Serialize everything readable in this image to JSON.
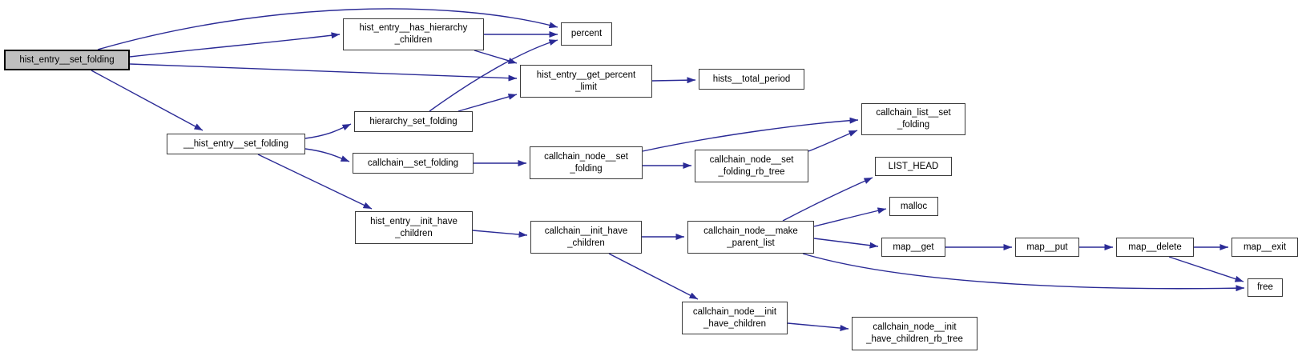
{
  "diagram": {
    "type": "call-graph",
    "root": "hist_entry__set_folding",
    "colors": {
      "edge": "#2b2b96",
      "root_fill": "#bfbfbf",
      "node_fill": "#ffffff",
      "node_border": "#3a3a3a",
      "text": "#000000",
      "background": "#ffffff"
    }
  },
  "nodes": [
    {
      "id": "hist_entry__set_folding",
      "label": "hist_entry__set_folding",
      "lines": [
        "hist_entry__set_folding"
      ],
      "highlighted": true
    },
    {
      "id": "hist_entry__has_hierarchy_children",
      "label": "hist_entry__has_hierarchy_children",
      "lines": [
        "hist_entry__has_hierarchy",
        "_children"
      ],
      "highlighted": false
    },
    {
      "id": "percent",
      "label": "percent",
      "lines": [
        "percent"
      ],
      "highlighted": false
    },
    {
      "id": "hist_entry__get_percent_limit",
      "label": "hist_entry__get_percent_limit",
      "lines": [
        "hist_entry__get_percent",
        "_limit"
      ],
      "highlighted": false
    },
    {
      "id": "hists__total_period",
      "label": "hists__total_period",
      "lines": [
        "hists__total_period"
      ],
      "highlighted": false
    },
    {
      "id": "hierarchy_set_folding",
      "label": "hierarchy_set_folding",
      "lines": [
        "hierarchy_set_folding"
      ],
      "highlighted": false
    },
    {
      "id": "__hist_entry__set_folding",
      "label": "__hist_entry__set_folding",
      "lines": [
        "__hist_entry__set_folding"
      ],
      "highlighted": false
    },
    {
      "id": "callchain__set_folding",
      "label": "callchain__set_folding",
      "lines": [
        "callchain__set_folding"
      ],
      "highlighted": false
    },
    {
      "id": "callchain_node__set_folding",
      "label": "callchain_node__set_folding",
      "lines": [
        "callchain_node__set",
        "_folding"
      ],
      "highlighted": false
    },
    {
      "id": "callchain_node__set_folding_rb_tree",
      "label": "callchain_node__set_folding_rb_tree",
      "lines": [
        "callchain_node__set",
        "_folding_rb_tree"
      ],
      "highlighted": false
    },
    {
      "id": "callchain_list__set_folding",
      "label": "callchain_list__set_folding",
      "lines": [
        "callchain_list__set",
        "_folding"
      ],
      "highlighted": false
    },
    {
      "id": "LIST_HEAD",
      "label": "LIST_HEAD",
      "lines": [
        "LIST_HEAD"
      ],
      "highlighted": false
    },
    {
      "id": "hist_entry__init_have_children",
      "label": "hist_entry__init_have_children",
      "lines": [
        "hist_entry__init_have",
        "_children"
      ],
      "highlighted": false
    },
    {
      "id": "callchain__init_have_children",
      "label": "callchain__init_have_children",
      "lines": [
        "callchain__init_have",
        "_children"
      ],
      "highlighted": false
    },
    {
      "id": "callchain_node__make_parent_list",
      "label": "callchain_node__make_parent_list",
      "lines": [
        "callchain_node__make",
        "_parent_list"
      ],
      "highlighted": false
    },
    {
      "id": "malloc",
      "label": "malloc",
      "lines": [
        "malloc"
      ],
      "highlighted": false
    },
    {
      "id": "map__get",
      "label": "map__get",
      "lines": [
        "map__get"
      ],
      "highlighted": false
    },
    {
      "id": "map__put",
      "label": "map__put",
      "lines": [
        "map__put"
      ],
      "highlighted": false
    },
    {
      "id": "map__delete",
      "label": "map__delete",
      "lines": [
        "map__delete"
      ],
      "highlighted": false
    },
    {
      "id": "map__exit",
      "label": "map__exit",
      "lines": [
        "map__exit"
      ],
      "highlighted": false
    },
    {
      "id": "free",
      "label": "free",
      "lines": [
        "free"
      ],
      "highlighted": false
    },
    {
      "id": "callchain_node__init_have_children",
      "label": "callchain_node__init_have_children",
      "lines": [
        "callchain_node__init",
        "_have_children"
      ],
      "highlighted": false
    },
    {
      "id": "callchain_node__init_have_children_rb_tree",
      "label": "callchain_node__init_have_children_rb_tree",
      "lines": [
        "callchain_node__init",
        "_have_children_rb_tree"
      ],
      "highlighted": false
    }
  ],
  "edges": [
    {
      "from": "hist_entry__set_folding",
      "to": "percent"
    },
    {
      "from": "hist_entry__set_folding",
      "to": "hist_entry__has_hierarchy_children"
    },
    {
      "from": "hist_entry__set_folding",
      "to": "hist_entry__get_percent_limit"
    },
    {
      "from": "hist_entry__set_folding",
      "to": "__hist_entry__set_folding"
    },
    {
      "from": "hist_entry__has_hierarchy_children",
      "to": "percent"
    },
    {
      "from": "hist_entry__has_hierarchy_children",
      "to": "hist_entry__get_percent_limit"
    },
    {
      "from": "hierarchy_set_folding",
      "to": "percent"
    },
    {
      "from": "hierarchy_set_folding",
      "to": "hist_entry__get_percent_limit"
    },
    {
      "from": "hist_entry__get_percent_limit",
      "to": "hists__total_period"
    },
    {
      "from": "__hist_entry__set_folding",
      "to": "hierarchy_set_folding"
    },
    {
      "from": "__hist_entry__set_folding",
      "to": "callchain__set_folding"
    },
    {
      "from": "__hist_entry__set_folding",
      "to": "hist_entry__init_have_children"
    },
    {
      "from": "callchain__set_folding",
      "to": "callchain_node__set_folding"
    },
    {
      "from": "callchain_node__set_folding",
      "to": "callchain_list__set_folding"
    },
    {
      "from": "callchain_node__set_folding",
      "to": "callchain_node__set_folding_rb_tree"
    },
    {
      "from": "callchain_node__set_folding_rb_tree",
      "to": "callchain_list__set_folding"
    },
    {
      "from": "hist_entry__init_have_children",
      "to": "callchain__init_have_children"
    },
    {
      "from": "callchain__init_have_children",
      "to": "callchain_node__make_parent_list"
    },
    {
      "from": "callchain__init_have_children",
      "to": "callchain_node__init_have_children"
    },
    {
      "from": "callchain_node__make_parent_list",
      "to": "LIST_HEAD"
    },
    {
      "from": "callchain_node__make_parent_list",
      "to": "malloc"
    },
    {
      "from": "callchain_node__make_parent_list",
      "to": "map__get"
    },
    {
      "from": "callchain_node__make_parent_list",
      "to": "free"
    },
    {
      "from": "map__get",
      "to": "map__put"
    },
    {
      "from": "map__put",
      "to": "map__delete"
    },
    {
      "from": "map__delete",
      "to": "map__exit"
    },
    {
      "from": "map__delete",
      "to": "free"
    },
    {
      "from": "callchain_node__init_have_children",
      "to": "callchain_node__init_have_children_rb_tree"
    }
  ]
}
